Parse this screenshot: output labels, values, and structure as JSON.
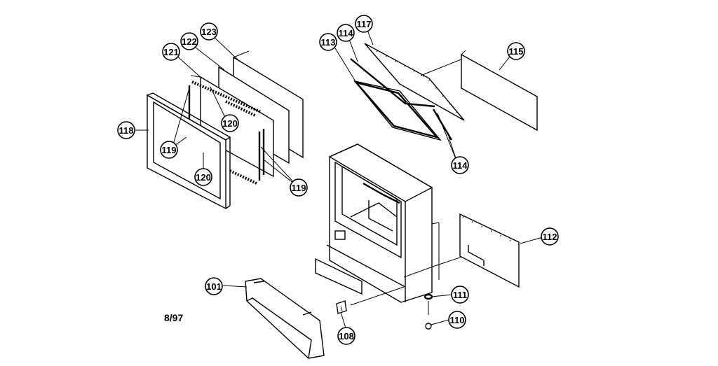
{
  "diagram": {
    "date_label": "8/97",
    "callouts": [
      {
        "id": "c101",
        "label": "101"
      },
      {
        "id": "c108",
        "label": "108"
      },
      {
        "id": "c110",
        "label": "110"
      },
      {
        "id": "c111",
        "label": "111"
      },
      {
        "id": "c112",
        "label": "112"
      },
      {
        "id": "c113",
        "label": "113"
      },
      {
        "id": "c114a",
        "label": "114"
      },
      {
        "id": "c114b",
        "label": "114"
      },
      {
        "id": "c115",
        "label": "115"
      },
      {
        "id": "c117",
        "label": "117"
      },
      {
        "id": "c118",
        "label": "118"
      },
      {
        "id": "c119a",
        "label": "119"
      },
      {
        "id": "c119b",
        "label": "119"
      },
      {
        "id": "c120a",
        "label": "120"
      },
      {
        "id": "c120b",
        "label": "120"
      },
      {
        "id": "c121",
        "label": "121"
      },
      {
        "id": "c122",
        "label": "122"
      },
      {
        "id": "c123",
        "label": "123"
      }
    ]
  }
}
